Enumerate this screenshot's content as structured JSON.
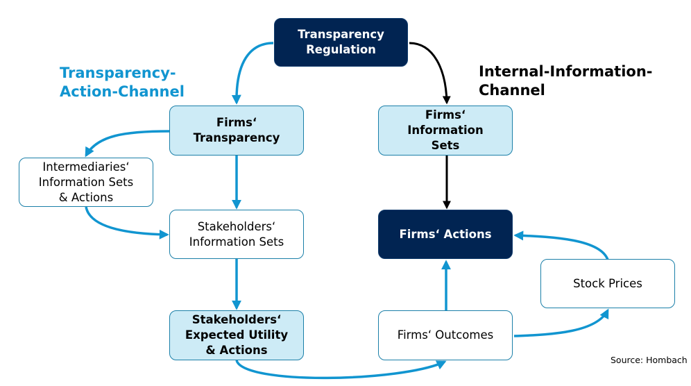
{
  "colors": {
    "dark_navy": "#012452",
    "light_blue_fill": "#cdebf6",
    "border_blue": "#1a7fa8",
    "arrow_blue": "#1195d0",
    "arrow_black": "#000000",
    "channel_left_color": "#1195d0"
  },
  "channels": {
    "left": "Transparency-\nAction-Channel",
    "right": "Internal-Information-\nChannel"
  },
  "nodes": {
    "transparency_regulation": "Transparency\nRegulation",
    "firms_transparency": "Firms‘\nTransparency",
    "intermediaries": "Intermediaries‘\nInformation Sets\n& Actions",
    "stakeholders_info": "Stakeholders‘\nInformation Sets",
    "stakeholders_utility": "Stakeholders‘\nExpected Utility\n& Actions",
    "firms_info_sets": "Firms‘\nInformation\nSets",
    "firms_actions": "Firms‘ Actions",
    "firms_outcomes": "Firms‘ Outcomes",
    "stock_prices": "Stock Prices"
  },
  "edges": [
    {
      "from": "transparency_regulation",
      "to": "firms_transparency",
      "color": "blue"
    },
    {
      "from": "transparency_regulation",
      "to": "firms_info_sets",
      "color": "black"
    },
    {
      "from": "firms_transparency",
      "to": "intermediaries",
      "color": "blue"
    },
    {
      "from": "firms_transparency",
      "to": "stakeholders_info",
      "color": "blue"
    },
    {
      "from": "intermediaries",
      "to": "stakeholders_info",
      "color": "blue"
    },
    {
      "from": "stakeholders_info",
      "to": "stakeholders_utility",
      "color": "blue"
    },
    {
      "from": "stakeholders_utility",
      "to": "firms_outcomes",
      "color": "blue"
    },
    {
      "from": "firms_info_sets",
      "to": "firms_actions",
      "color": "black"
    },
    {
      "from": "firms_outcomes",
      "to": "firms_actions",
      "color": "blue"
    },
    {
      "from": "firms_outcomes",
      "to": "stock_prices",
      "color": "blue"
    },
    {
      "from": "stock_prices",
      "to": "firms_actions",
      "color": "blue"
    }
  ],
  "source": "Source: Hombach"
}
